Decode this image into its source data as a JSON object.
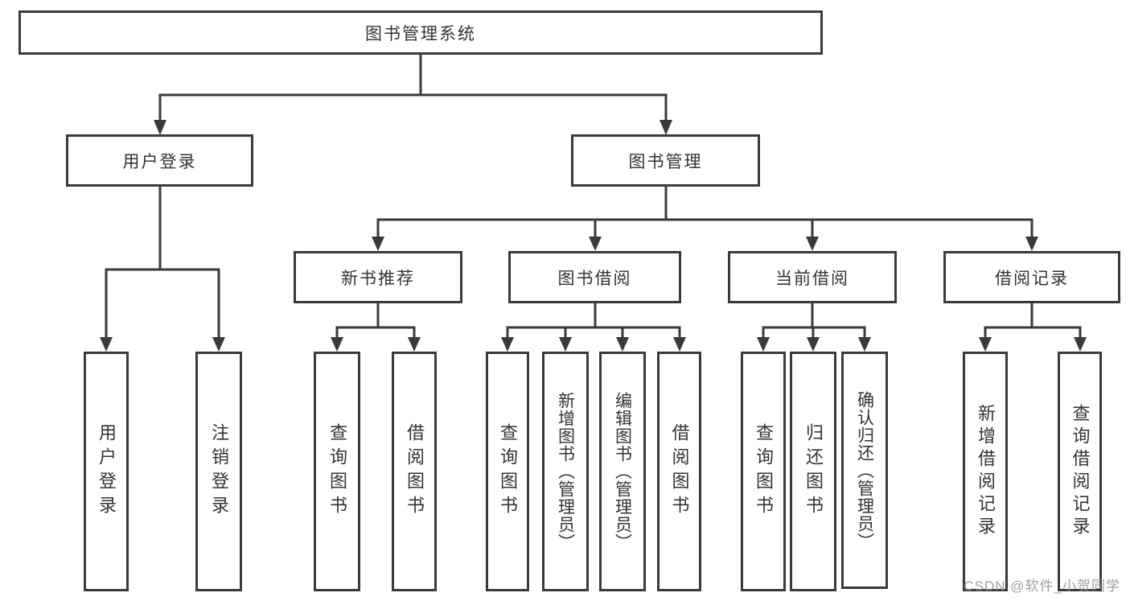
{
  "diagram": {
    "root": "图书管理系统",
    "level1": {
      "user_login": "用户登录",
      "book_management": "图书管理"
    },
    "level2": {
      "new_book_recommendation": "新书推荐",
      "book_borrowing": "图书借阅",
      "current_borrowing": "当前借阅",
      "borrowing_records": "借阅记录"
    },
    "leaves": {
      "user_login": "用户登录",
      "logout": "注销登录",
      "nb_query_books": "查询图书",
      "nb_borrow_books": "借阅图书",
      "bb_query_books": "查询图书",
      "bb_add_books": "新增图书（管理员）",
      "bb_edit_books": "编辑图书（管理员）",
      "bb_borrow_books": "借阅图书",
      "cb_query_books": "查询图书",
      "cb_return_books": "归还图书",
      "cb_confirm_return": "确认归还（管理员）",
      "br_add_record": "新增借阅记录",
      "br_query_record": "查询借阅记录"
    }
  },
  "watermark": "CSDN @软件_小贺同学",
  "colors": {
    "line": "#3a3a3a",
    "text": "#333333",
    "watermark": "#949698",
    "background": "#ffffff"
  }
}
